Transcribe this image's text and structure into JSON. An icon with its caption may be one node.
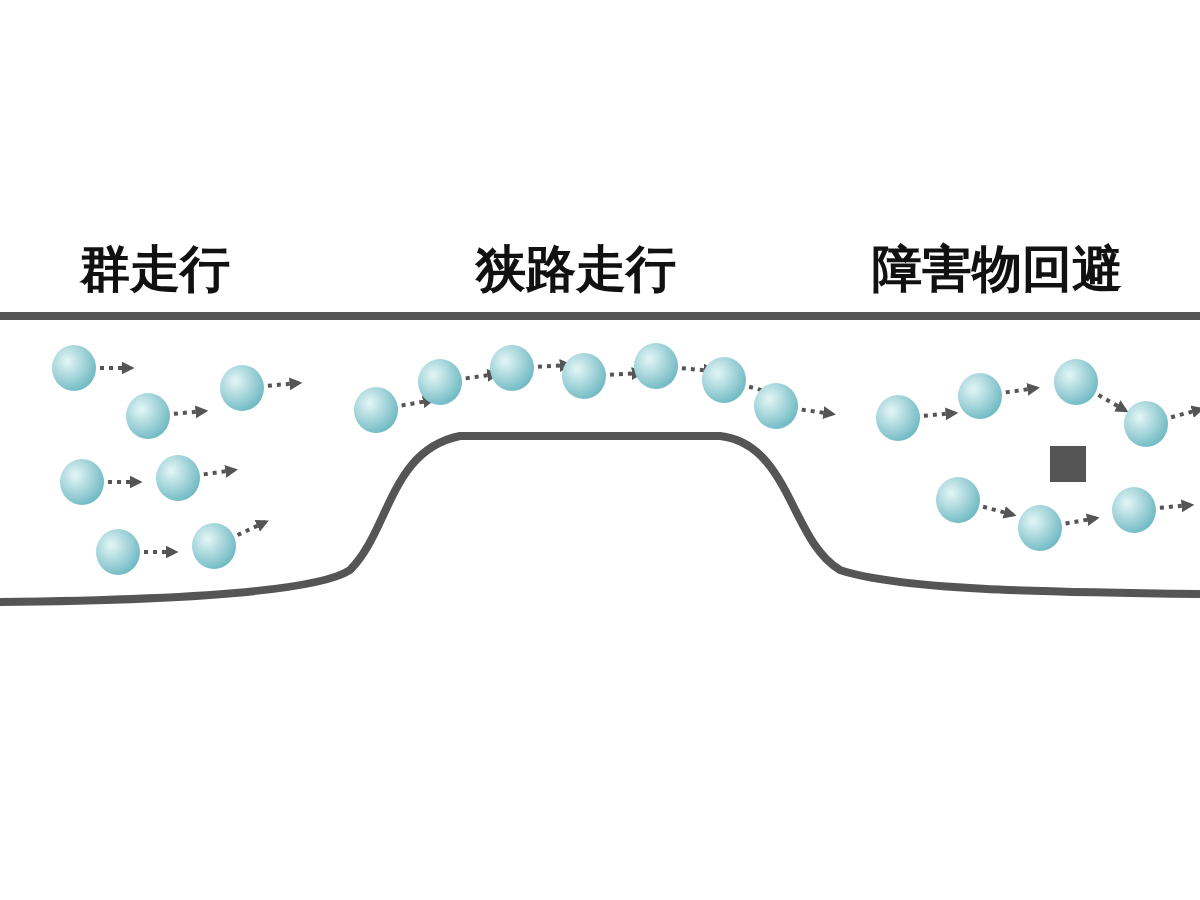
{
  "diagram": {
    "labels": [
      "群走行",
      "狭路走行",
      "障害物回避"
    ]
  }
}
